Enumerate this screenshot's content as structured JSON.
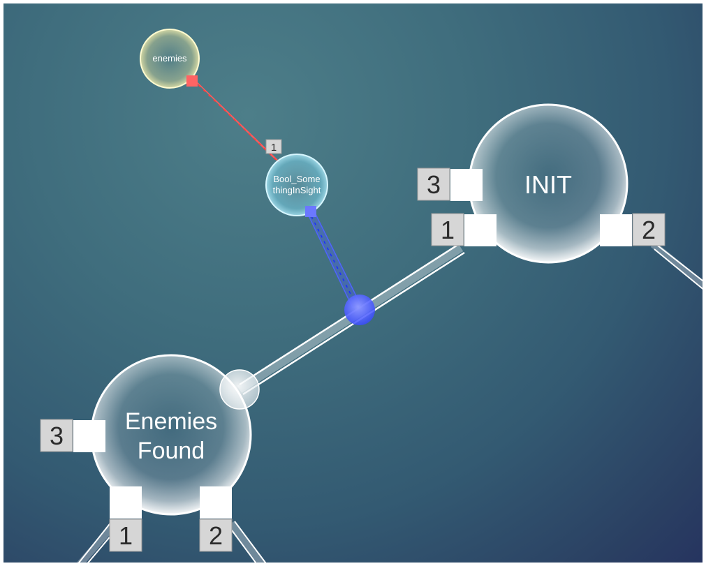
{
  "colors": {
    "variable_node": "#fff3a0",
    "condition_node": "#7fd6ec",
    "input_link": "#ff5a5a",
    "output_link": "#4f63ff",
    "state_node": "#ffffff"
  },
  "variable_node": {
    "label": "enemies"
  },
  "condition_node": {
    "label_line1": "Bool_Some",
    "label_line2": "thingInSight",
    "input_port": "1"
  },
  "state_init": {
    "label": "INIT",
    "ports": [
      "3",
      "1",
      "2"
    ]
  },
  "state_enemies_found": {
    "label_line1": "Enemies",
    "label_line2": "Found",
    "ports": [
      "3",
      "1",
      "2"
    ]
  }
}
